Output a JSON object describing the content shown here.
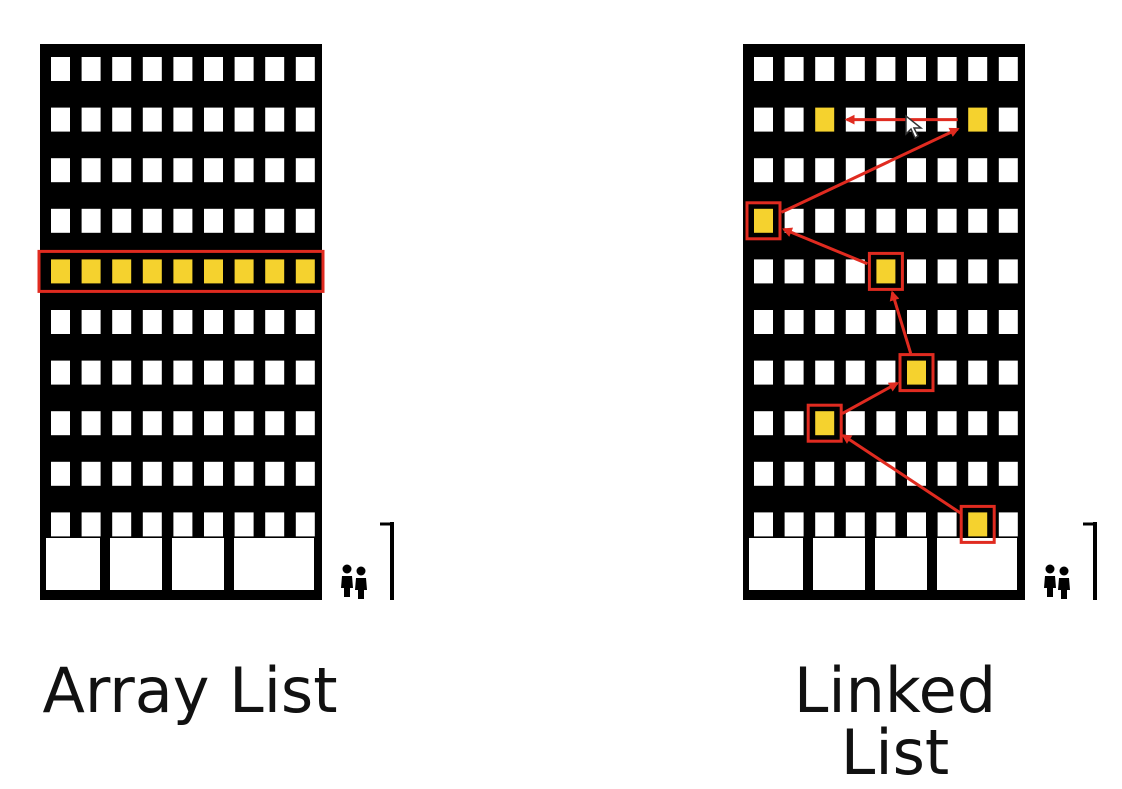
{
  "diagrams": [
    {
      "caption": "Array List"
    },
    {
      "caption": "Linked List"
    }
  ],
  "building": {
    "window_rows": 10,
    "window_cols": 9,
    "ground_doors": 4
  },
  "highlight": {
    "array_row": 4,
    "linked_nodes": [
      [
        9,
        7
      ],
      [
        7,
        2
      ],
      [
        6,
        5
      ],
      [
        4,
        4
      ],
      [
        3,
        0
      ],
      [
        1,
        7
      ],
      [
        1,
        2
      ]
    ],
    "framed_nodes": [
      [
        9,
        7
      ],
      [
        7,
        2
      ],
      [
        6,
        5
      ],
      [
        4,
        4
      ],
      [
        3,
        0
      ]
    ]
  },
  "colors": {
    "building": "#000000",
    "window": "#ffffff",
    "lit_window": "#f5d22e",
    "highlight_frame": "#e02b20",
    "arrow": "#e02b20",
    "background": "#ffffff"
  },
  "icons": [
    "people-icon",
    "flagpole-icon",
    "cursor-icon"
  ]
}
